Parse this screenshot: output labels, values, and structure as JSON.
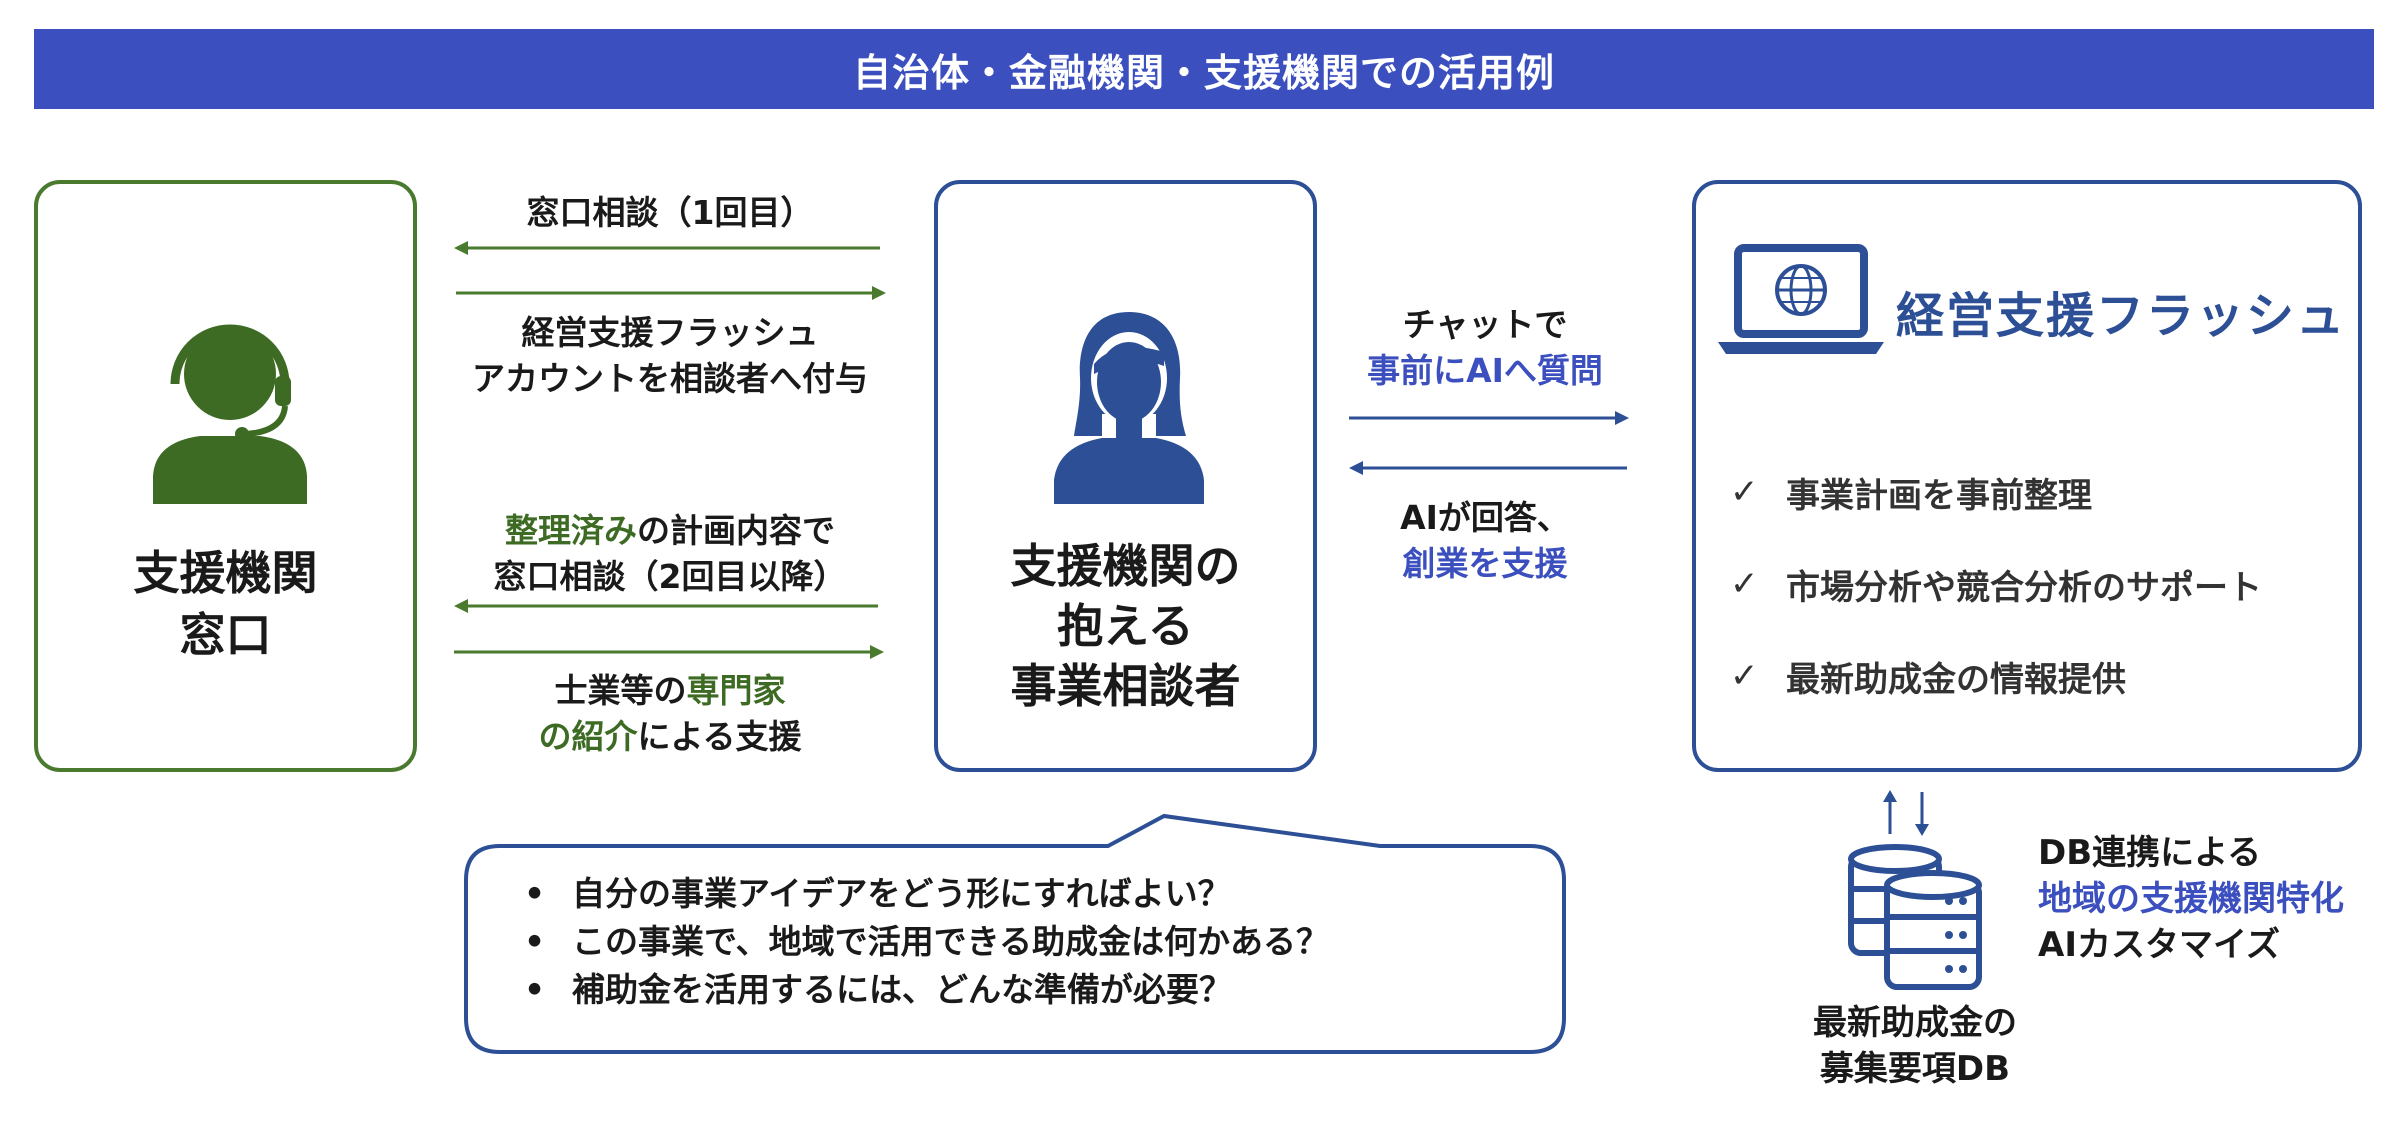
{
  "banner": {
    "title": "自治体・金融機関・支援機関での活用例"
  },
  "left_box": {
    "line1": "支援機関",
    "line2": "窓口",
    "icon": "headset-operator-icon"
  },
  "left_arrows": {
    "label_top": "窓口相談（1回目）",
    "label_grant_1": "経営支援フラッシュ",
    "label_grant_2": "アカウントを相談者へ付与",
    "label_second_1_hl": "整理済み",
    "label_second_1_rest": "の計画内容で",
    "label_second_2": "窓口相談（2回目以降）",
    "label_expert_1_pre": "士業等の",
    "label_expert_1_hl": "専門家",
    "label_expert_2_hl": "の紹介",
    "label_expert_2_rest": "による支援"
  },
  "center_box": {
    "line1": "支援機関の",
    "line2": "抱える",
    "line3": "事業相談者",
    "icon": "person-icon"
  },
  "right_arrows": {
    "label_chat_1": "チャットで",
    "label_chat_2": "事前にAIへ質問",
    "label_answer_1": "AIが回答、",
    "label_answer_2": "創業を支援"
  },
  "right_box": {
    "title": "経営支援フラッシュ",
    "icon": "laptop-globe-icon",
    "features": [
      "事業計画を事前整理",
      "市場分析や競合分析のサポート",
      "最新助成金の情報提供"
    ],
    "check_glyph": "✓"
  },
  "database": {
    "icon": "database-icon",
    "caption_1": "最新助成金の",
    "caption_2": "募集要項DB",
    "note_1": "DB連携による",
    "note_2": "地域の支援機関特化",
    "note_3": "AIカスタマイズ"
  },
  "bubble": {
    "bullet": "•",
    "questions": [
      "自分の事業アイデアをどう形にすればよい？",
      "この事業で、地域で活用できる助成金は何かある？",
      "補助金を活用するには、どんな準備が必要？"
    ]
  },
  "colors": {
    "banner": "#3b4fbf",
    "green": "#3e6b24",
    "navy": "#2c4f96",
    "accent_blue": "#3b4fbf"
  }
}
